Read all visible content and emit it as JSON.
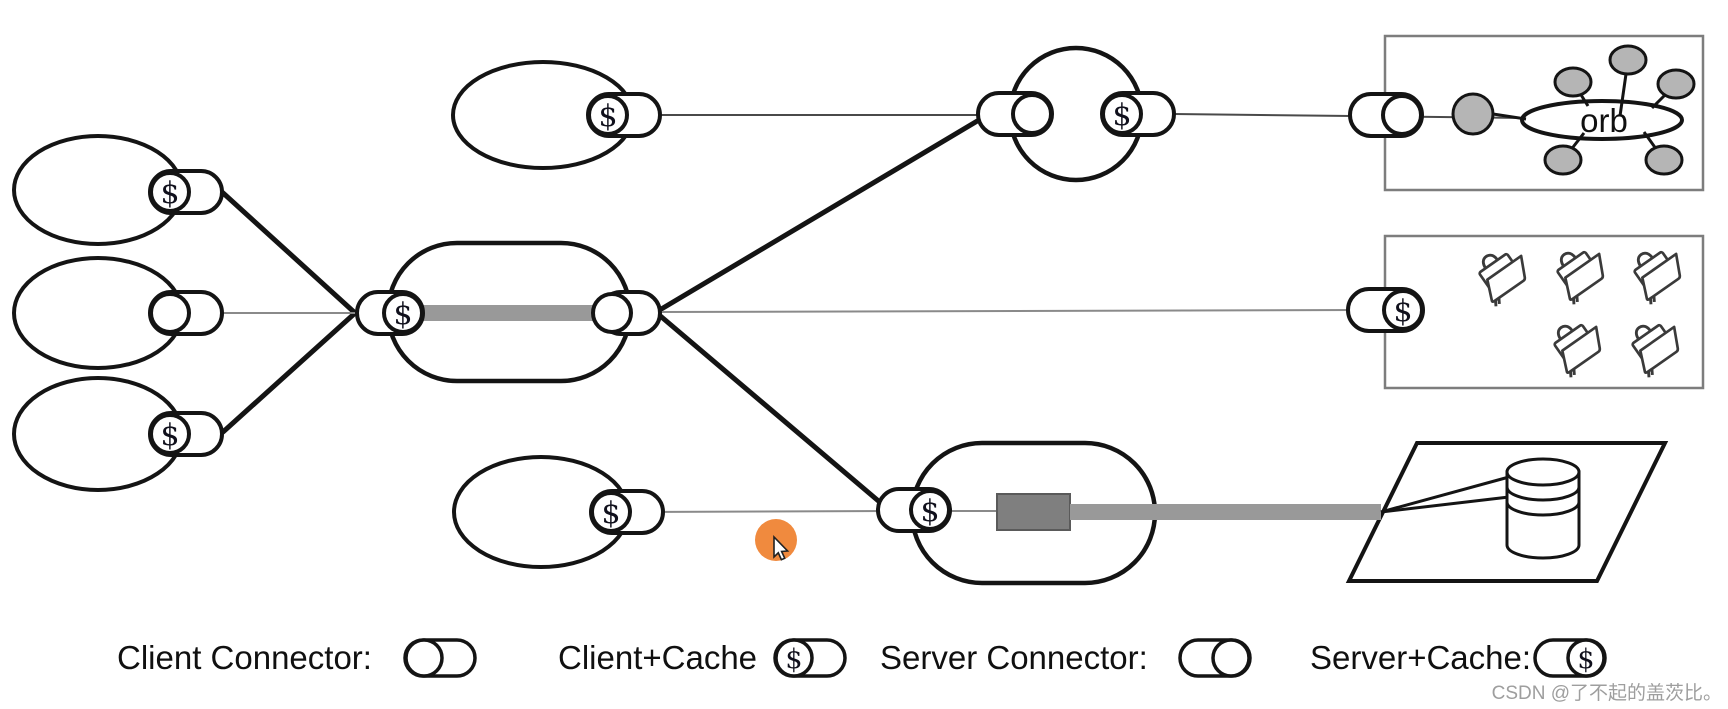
{
  "diagram": {
    "cache_symbol": "$",
    "orb_label": "orb"
  },
  "legend": {
    "items": [
      {
        "label": "Client Connector:",
        "type": "client-connector"
      },
      {
        "label": "Client+Cache",
        "type": "client-cache-connector"
      },
      {
        "label": "Server Connector:",
        "type": "server-connector"
      },
      {
        "label": "Server+Cache:",
        "type": "server-cache-connector"
      }
    ]
  },
  "watermark": "CSDN @了不起的盖茨比。",
  "colors": {
    "ink_black": "#141414",
    "link_gray": "#8a8a8a",
    "bar_gray": "#999999",
    "block_gray": "#7f7f7f",
    "box_border_gray": "#7d7d7d",
    "satellite_gray": "#b5b5b5",
    "watermark_gray": "#9e9e9e",
    "cursor_orange": "#f08a3e"
  }
}
